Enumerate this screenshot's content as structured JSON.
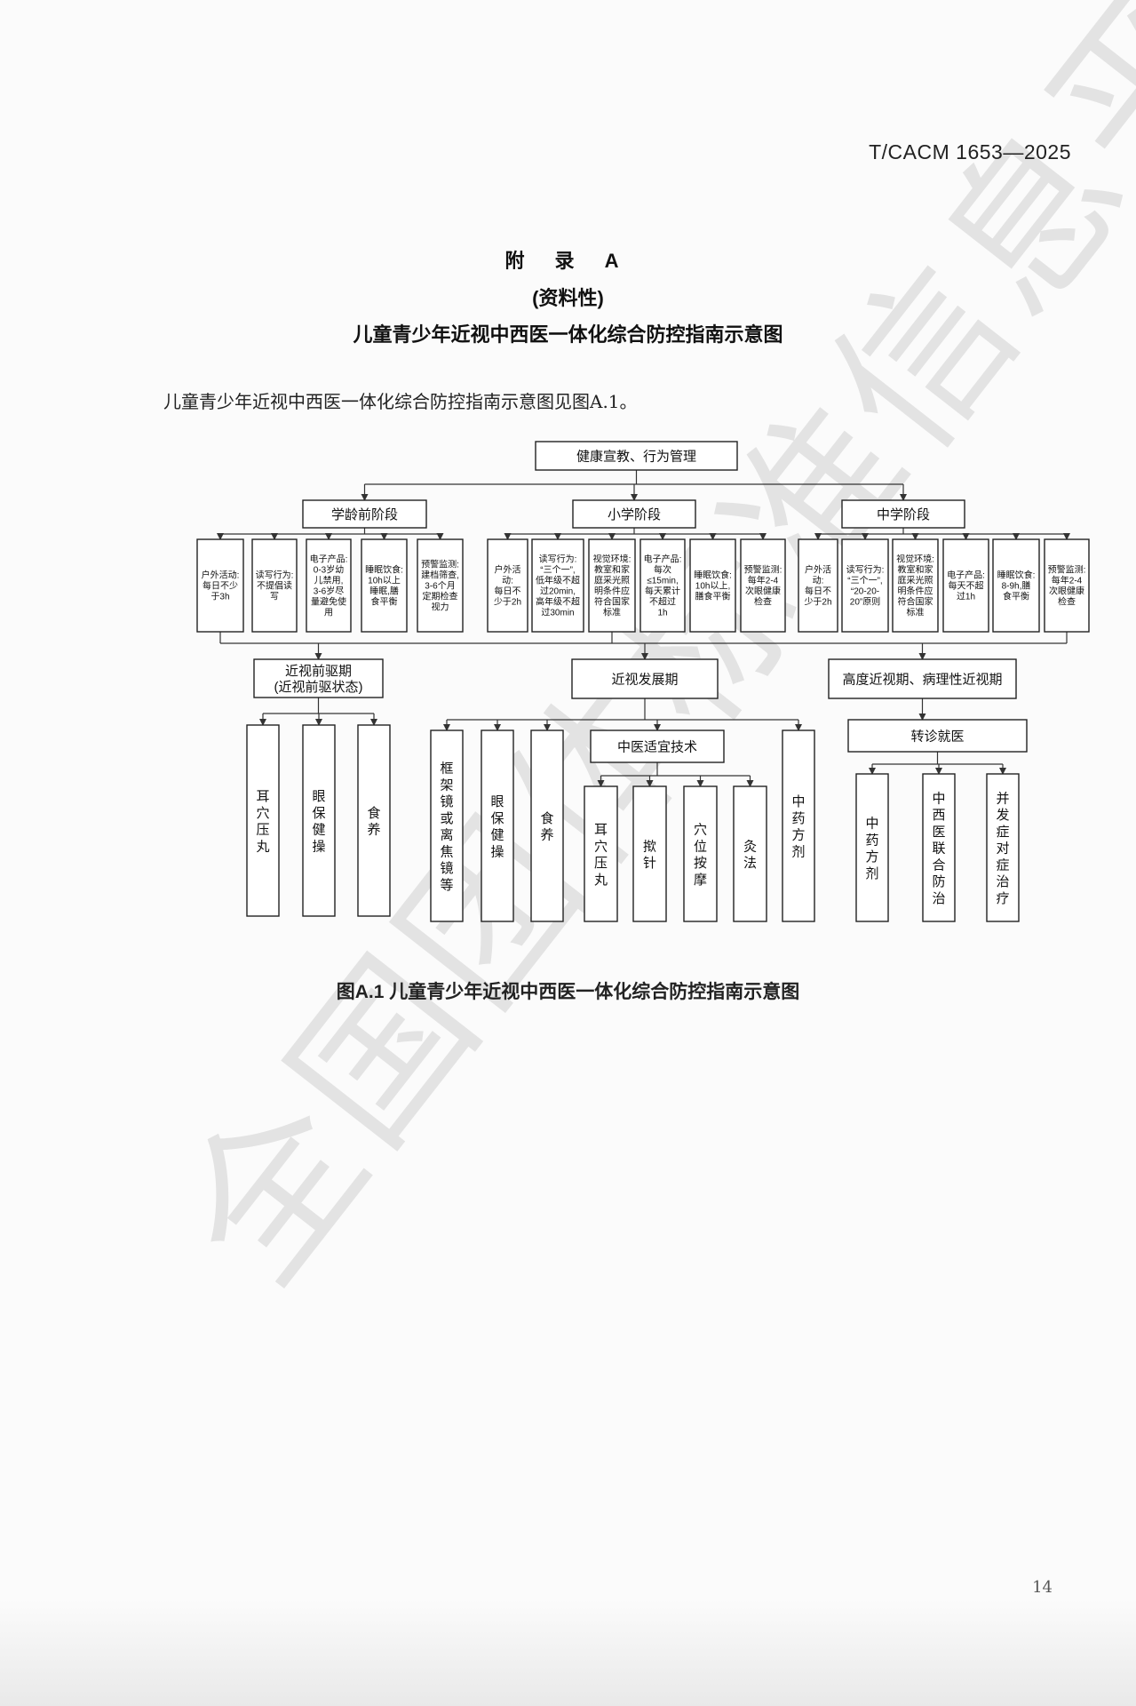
{
  "header": {
    "standard_code": "T/CACM 1653—2025"
  },
  "appendix": {
    "label": "附 录 A",
    "nature": "(资料性)",
    "title": "儿童青少年近视中西医一体化综合防控指南示意图"
  },
  "intro_text": "儿童青少年近视中西医一体化综合防控指南示意图见图A.1。",
  "diagram": {
    "nodes": [
      {
        "id": "root",
        "lines": [
          "健康宣教、行为管理"
        ]
      },
      {
        "id": "preschool",
        "lines": [
          "学龄前阶段"
        ]
      },
      {
        "id": "primary",
        "lines": [
          "小学阶段"
        ]
      },
      {
        "id": "middle",
        "lines": [
          "中学阶段"
        ]
      },
      {
        "id": "p1",
        "lines": [
          "户外活动:",
          "每日不少",
          "于3h"
        ]
      },
      {
        "id": "p2",
        "lines": [
          "读写行为:",
          "不提倡读",
          "写"
        ]
      },
      {
        "id": "p3",
        "lines": [
          "电子产品:",
          "0-3岁幼",
          "儿禁用,",
          "3-6岁尽",
          "量避免使",
          "用"
        ]
      },
      {
        "id": "p4",
        "lines": [
          "睡眠饮食:",
          "10h以上",
          "睡眠,膳",
          "食平衡"
        ]
      },
      {
        "id": "p5",
        "lines": [
          "预警监测:",
          "建档筛查,",
          "3-6个月",
          "定期检查",
          "视力"
        ]
      },
      {
        "id": "s1",
        "lines": [
          "户外活",
          "动:",
          "每日不",
          "少于2h"
        ]
      },
      {
        "id": "s2",
        "lines": [
          "读写行为:",
          "“三个一”,",
          "低年级不超",
          "过20min,",
          "高年级不超",
          "过30min"
        ]
      },
      {
        "id": "s3",
        "lines": [
          "视觉环境:",
          "教室和家",
          "庭采光照",
          "明条件应",
          "符合国家",
          "标准"
        ]
      },
      {
        "id": "s4",
        "lines": [
          "电子产品:",
          "每次",
          "≤15min,",
          "每天累计",
          "不超过",
          "1h"
        ]
      },
      {
        "id": "s5",
        "lines": [
          "睡眠饮食:",
          "10h以上,",
          "膳食平衡"
        ]
      },
      {
        "id": "s6",
        "lines": [
          "预警监测:",
          "每年2-4",
          "次眼健康",
          "检查"
        ]
      },
      {
        "id": "m1",
        "lines": [
          "户外活",
          "动:",
          "每日不",
          "少于2h"
        ]
      },
      {
        "id": "m2",
        "lines": [
          "读写行为:",
          "“三个一”,",
          "“20-20-",
          "20”原则"
        ]
      },
      {
        "id": "m3",
        "lines": [
          "视觉环境:",
          "教室和家",
          "庭采光照",
          "明条件应",
          "符合国家",
          "标准"
        ]
      },
      {
        "id": "m4",
        "lines": [
          "电子产品:",
          "每天不超",
          "过1h"
        ]
      },
      {
        "id": "m5",
        "lines": [
          "睡眠饮食:",
          "8-9h,膳",
          "食平衡"
        ]
      },
      {
        "id": "m6",
        "lines": [
          "预警监测:",
          "每年2-4",
          "次眼健康",
          "检查"
        ]
      },
      {
        "id": "pre_myopia",
        "lines": [
          "近视前驱期",
          "(近视前驱状态)"
        ]
      },
      {
        "id": "development",
        "lines": [
          "近视发展期"
        ]
      },
      {
        "id": "high",
        "lines": [
          "高度近视期、病理性近视期"
        ]
      },
      {
        "id": "a1",
        "lines": [
          "耳穴压丸"
        ]
      },
      {
        "id": "a2",
        "lines": [
          "眼保健操"
        ]
      },
      {
        "id": "a3",
        "lines": [
          "食养"
        ]
      },
      {
        "id": "b1",
        "lines": [
          "框架镜或离焦镜等"
        ]
      },
      {
        "id": "b2",
        "lines": [
          "眼保健操"
        ]
      },
      {
        "id": "b3",
        "lines": [
          "食养"
        ]
      },
      {
        "id": "tcm_tech",
        "lines": [
          "中医适宜技术"
        ]
      },
      {
        "id": "c1",
        "lines": [
          "耳穴压丸"
        ]
      },
      {
        "id": "c2",
        "lines": [
          "揿针"
        ]
      },
      {
        "id": "c3",
        "lines": [
          "穴位按摩"
        ]
      },
      {
        "id": "c4",
        "lines": [
          "灸法"
        ]
      },
      {
        "id": "b4",
        "lines": [
          "中药方剂"
        ]
      },
      {
        "id": "referral",
        "lines": [
          "转诊就医"
        ]
      },
      {
        "id": "d1",
        "lines": [
          "中药方剂"
        ]
      },
      {
        "id": "d2",
        "lines": [
          "中西医联合防治"
        ]
      },
      {
        "id": "d3",
        "lines": [
          "并发症对症治疗"
        ]
      }
    ],
    "edges": [
      [
        "root",
        "preschool"
      ],
      [
        "root",
        "primary"
      ],
      [
        "root",
        "middle"
      ],
      [
        "preschool",
        "p1"
      ],
      [
        "preschool",
        "p2"
      ],
      [
        "preschool",
        "p3"
      ],
      [
        "preschool",
        "p4"
      ],
      [
        "preschool",
        "p5"
      ],
      [
        "primary",
        "s1"
      ],
      [
        "primary",
        "s2"
      ],
      [
        "primary",
        "s3"
      ],
      [
        "primary",
        "s4"
      ],
      [
        "primary",
        "s5"
      ],
      [
        "primary",
        "s6"
      ],
      [
        "middle",
        "m1"
      ],
      [
        "middle",
        "m2"
      ],
      [
        "middle",
        "m3"
      ],
      [
        "middle",
        "m4"
      ],
      [
        "middle",
        "m5"
      ],
      [
        "middle",
        "m6"
      ],
      [
        "p1",
        "pre_myopia"
      ],
      [
        "m6",
        "high"
      ],
      [
        "s3",
        "development"
      ],
      [
        "pre_myopia",
        "a1"
      ],
      [
        "pre_myopia",
        "a2"
      ],
      [
        "pre_myopia",
        "a3"
      ],
      [
        "development",
        "b1"
      ],
      [
        "development",
        "b2"
      ],
      [
        "development",
        "b3"
      ],
      [
        "development",
        "tcm_tech"
      ],
      [
        "development",
        "b4"
      ],
      [
        "tcm_tech",
        "c1"
      ],
      [
        "tcm_tech",
        "c2"
      ],
      [
        "tcm_tech",
        "c3"
      ],
      [
        "tcm_tech",
        "c4"
      ],
      [
        "high",
        "referral"
      ],
      [
        "referral",
        "d1"
      ],
      [
        "referral",
        "d2"
      ],
      [
        "referral",
        "d3"
      ]
    ]
  },
  "figure_caption": "图A.1 儿童青少年近视中西医一体化综合防控指南示意图",
  "page_number": "14",
  "watermark_text": "全国团体标准信息平台"
}
